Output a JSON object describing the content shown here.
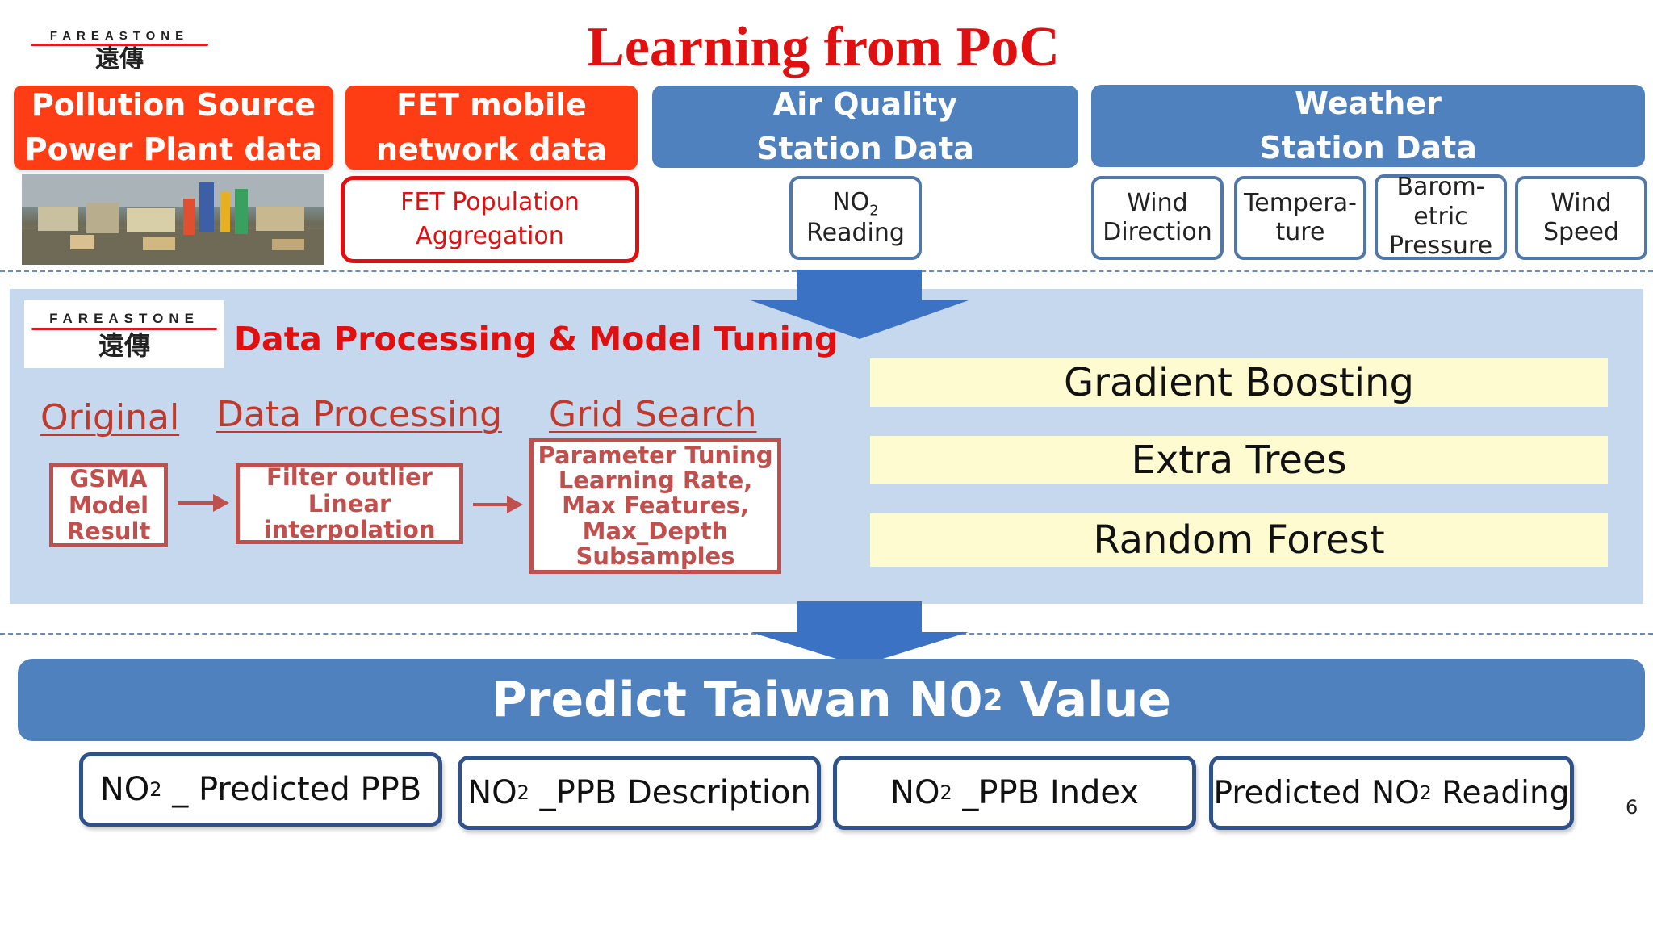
{
  "logo": {
    "latin": "FAREASTONE",
    "cjk": "遠傳"
  },
  "title": "Learning from PoC",
  "sources": {
    "pollution": {
      "header": "Pollution Source\nPower Plant data"
    },
    "fet": {
      "header": "FET mobile\nnetwork data",
      "sub": "FET Population\nAggregation"
    },
    "air": {
      "header": "Air Quality\nStation Data",
      "sub_pre": "NO",
      "sub_sub": "2",
      "sub_post": "Reading"
    },
    "weather": {
      "header": "Weather\nStation Data",
      "items": [
        "Wind\nDirection",
        "Tempera-\nture",
        "Barom-\netric\nPressure",
        "Wind\nSpeed"
      ]
    }
  },
  "processing": {
    "heading": "Data Processing & Model Tuning",
    "steps": [
      {
        "label": "Original",
        "box": "GSMA\nModel\nResult"
      },
      {
        "label": "Data Processing",
        "box": "Filter outlier\nLinear\ninterpolation"
      },
      {
        "label": "Grid Search",
        "box": "Parameter Tuning\nLearning Rate,\nMax Features,\nMax_Depth\nSubsamples"
      }
    ],
    "models": [
      "Gradient Boosting",
      "Extra Trees",
      "Random Forest"
    ]
  },
  "predict": {
    "pre": "Predict Taiwan N0",
    "sub": "2",
    "post": " Value"
  },
  "outputs": [
    {
      "pre": "NO",
      "sub": "2",
      "post": " _ Predicted PPB"
    },
    {
      "pre": "NO",
      "sub": "2",
      "post": " _PPB Description"
    },
    {
      "pre": "NO",
      "sub": "2",
      "post": " _PPB Index"
    },
    {
      "pre": "Predicted NO",
      "sub": "2",
      "post": " Reading"
    }
  ],
  "page_number": "6",
  "colors": {
    "orange": "#ff3d14",
    "blue": "#4f81bf",
    "panel": "#c6d8ee",
    "red": "#e01010",
    "model_fill": "#fffbd1"
  }
}
